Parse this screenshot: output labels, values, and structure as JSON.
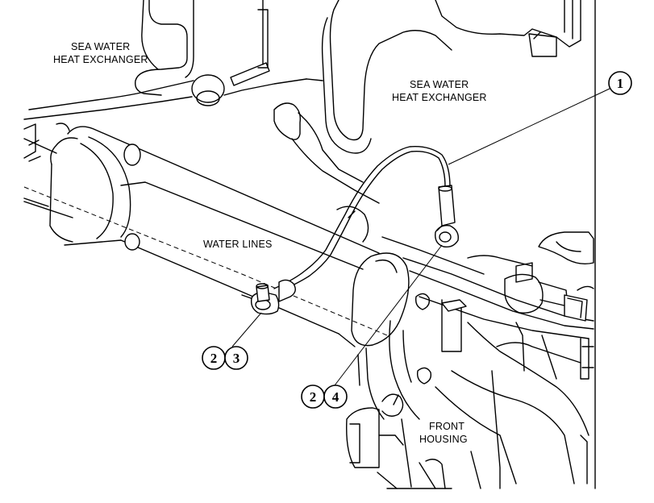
{
  "labels": {
    "sea_water_heat_exchanger_top_left_line1": "SEA WATER",
    "sea_water_heat_exchanger_top_left_line2": "HEAT EXCHANGER",
    "sea_water_heat_exchanger_right_line1": "SEA WATER",
    "sea_water_heat_exchanger_right_line2": "HEAT EXCHANGER",
    "water_lines": "WATER LINES",
    "front_housing_line1": "FRONT",
    "front_housing_line2": "HOUSING"
  },
  "callouts": {
    "c1": "1",
    "c2a": "2",
    "c3": "3",
    "c2b": "2",
    "c4": "4"
  }
}
